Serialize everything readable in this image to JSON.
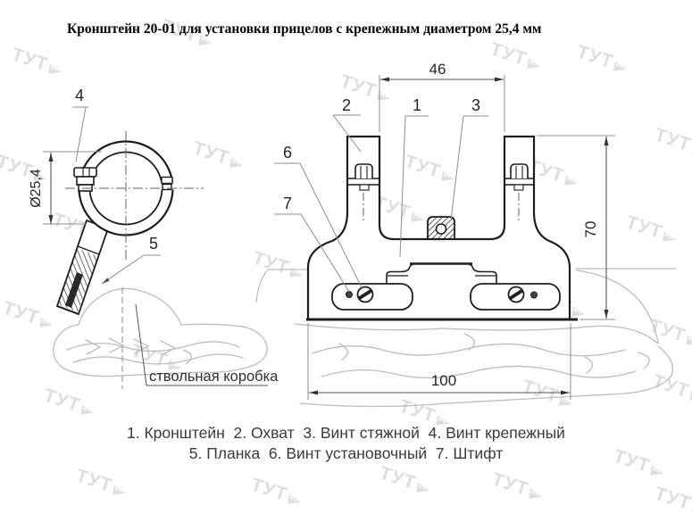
{
  "title": "Кронштейн 20-01 для установки прицелов с крепежным диаметром 25,4 мм",
  "drawing": {
    "dims": {
      "top_width": "46",
      "side_height": "70",
      "bottom_width": "100",
      "clamp_diameter": "Ø25,4"
    },
    "callouts": {
      "c1": "1",
      "c2": "2",
      "c3": "3",
      "c4": "4",
      "c5": "5",
      "c6": "6",
      "c7": "7"
    },
    "receiver_label": "ствольная коробка"
  },
  "legend": {
    "parts": [
      {
        "num": "1",
        "name": "Кронштейн"
      },
      {
        "num": "2",
        "name": "Охват"
      },
      {
        "num": "3",
        "name": "Винт стяжной"
      },
      {
        "num": "4",
        "name": "Винт крепежный"
      },
      {
        "num": "5",
        "name": "Планка"
      },
      {
        "num": "6",
        "name": "Винт установочный"
      },
      {
        "num": "7",
        "name": "Штифт"
      }
    ]
  },
  "watermark": {
    "text": "ТУТ",
    "flag": "RU"
  },
  "colors": {
    "line": "#1d1d1d",
    "thin": "#8c8c8c",
    "gray_receiver": "#bcbcbc",
    "watermark": "#dedede",
    "legend_text": "#3a3a3a"
  }
}
